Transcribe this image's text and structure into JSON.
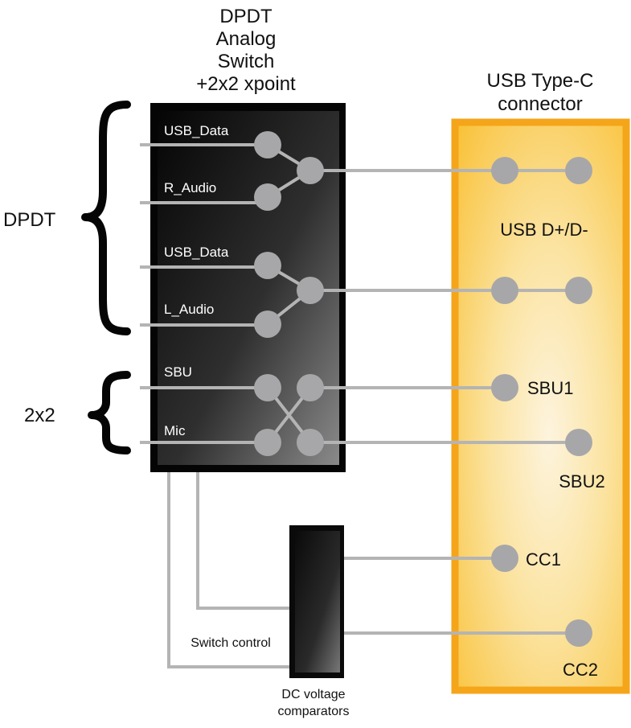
{
  "switch_block": {
    "title_lines": [
      "DPDT",
      "Analog",
      "Switch",
      "+2x2 xpoint"
    ],
    "inputs": {
      "usb_data_1": "USB_Data",
      "r_audio": "R_Audio",
      "usb_data_2": "USB_Data",
      "l_audio": "L_Audio",
      "sbu": "SBU",
      "mic": "Mic"
    }
  },
  "connector": {
    "title_lines": [
      "USB Type-C",
      "connector"
    ],
    "pins": {
      "usb_dp_dm": "USB D+/D-",
      "sbu1": "SBU1",
      "sbu2": "SBU2",
      "cc1": "CC1",
      "cc2": "CC2"
    }
  },
  "groups": {
    "dpdt": "DPDT",
    "xpoint": "2x2"
  },
  "comparator": {
    "label_lines": [
      "DC voltage",
      "comparators"
    ],
    "control_label": "Switch control"
  },
  "colors": {
    "wire": "#b4b4b4",
    "node": "#a7a7a9",
    "connector_fill": "#fbd66f",
    "connector_border": "#f5a71c",
    "switch_dark": "#0c0c0c",
    "switch_light": "#7d7d7d"
  }
}
